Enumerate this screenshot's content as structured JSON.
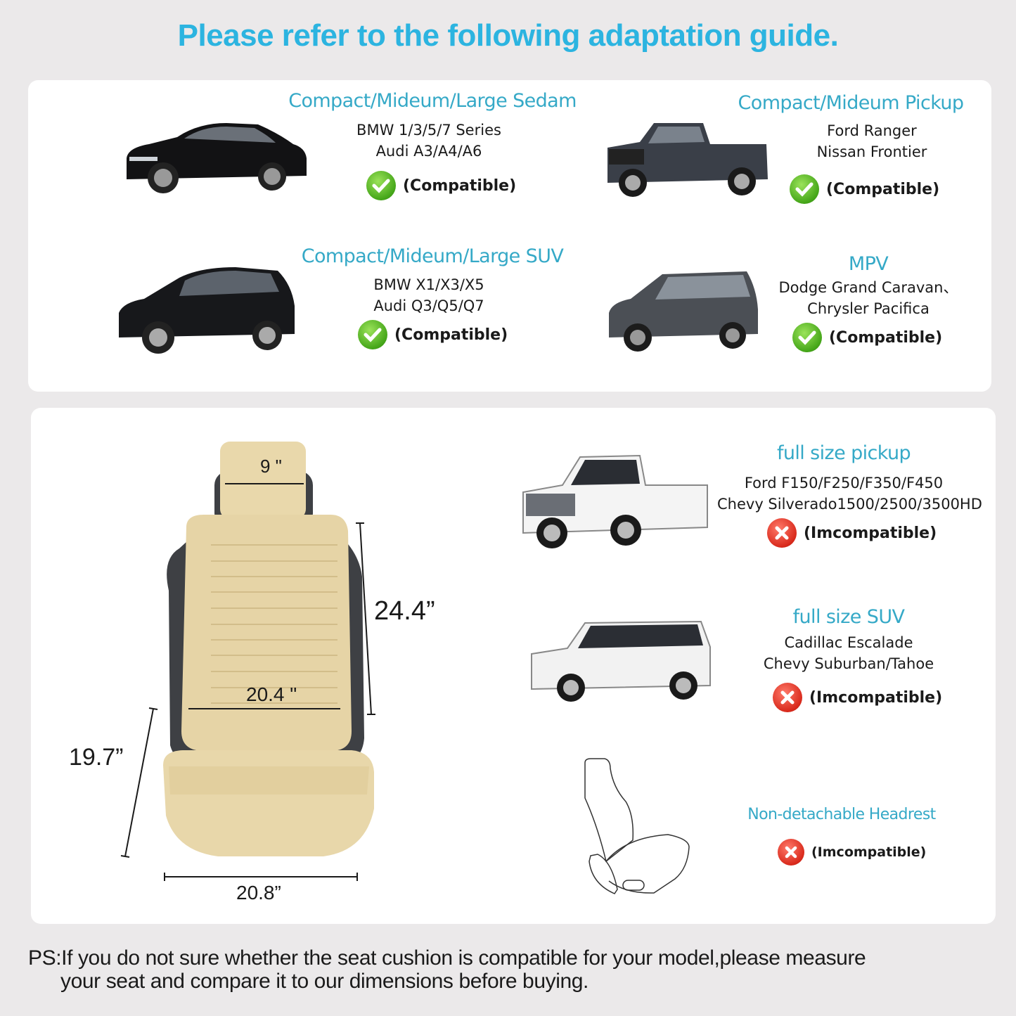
{
  "title": "Please refer to the following adaptation guide.",
  "compatible_section": {
    "items": [
      {
        "category": "Compact/Mideum/Large Sedam",
        "models": [
          "BMW 1/3/5/7 Series",
          "Audi A3/A4/A6"
        ],
        "status": "(Compatible)",
        "status_icon": "check-icon",
        "image": "black-sedan-car"
      },
      {
        "category": "Compact/Mideum Pickup",
        "models": [
          "Ford Ranger",
          "Nissan Frontier"
        ],
        "status": "(Compatible)",
        "status_icon": "check-icon",
        "image": "gray-pickup-truck"
      },
      {
        "category": "Compact/Mideum/Large SUV",
        "models": [
          "BMW X1/X3/X5",
          "Audi Q3/Q5/Q7"
        ],
        "status": "(Compatible)",
        "status_icon": "check-icon",
        "image": "black-suv"
      },
      {
        "category": "MPV",
        "models": [
          "Dodge Grand Caravan、",
          "Chrysler Pacifica"
        ],
        "status": "(Compatible)",
        "status_icon": "check-icon",
        "image": "gray-minivan"
      }
    ]
  },
  "seat_dimensions": {
    "headrest_width": "9 \"",
    "backrest_height": "24.4”",
    "backrest_width": "20.4 \"",
    "seat_depth": "19.7”",
    "seat_width": "20.8”"
  },
  "incompatible_section": {
    "items": [
      {
        "category": "full size pickup",
        "models": [
          "Ford F150/F250/F350/F450",
          "Chevy Silverado1500/2500/3500HD"
        ],
        "status": "(Imcompatible)",
        "status_icon": "x-icon",
        "image": "white-full-size-pickup"
      },
      {
        "category": "full size SUV",
        "models": [
          "Cadillac Escalade",
          "Chevy Suburban/Tahoe"
        ],
        "status": "(Imcompatible)",
        "status_icon": "x-icon",
        "image": "white-full-size-suv"
      },
      {
        "category": "Non-detachable Headrest",
        "models": [],
        "status": "(Imcompatible)",
        "status_icon": "x-icon",
        "image": "seat-outline-drawing"
      }
    ]
  },
  "colors": {
    "title": "#2cb4e0",
    "category": "#35a9c7",
    "compatible": "#45a619",
    "incompatible": "#d92a1c",
    "seat": "#e8d6a8"
  },
  "footer": {
    "line1": "PS:If you do not sure whether the seat cushion is compatible for your model,please measure",
    "line2": "your seat and compare it to our dimensions before buying."
  }
}
